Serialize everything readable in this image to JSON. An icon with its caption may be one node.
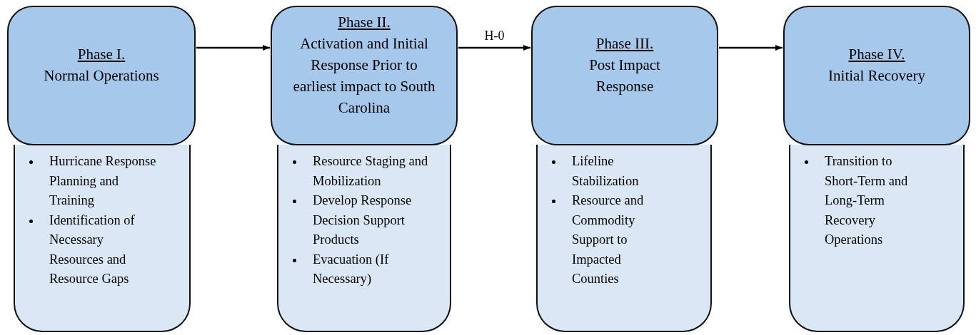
{
  "diagram": {
    "nodes": [
      {
        "text": [
          "Phase I.",
          "Normal Operations"
        ]
      },
      {
        "text": [
          "Hurricane Response Planning and Training",
          "Identification of Necessary Resources and Resource Gaps"
        ]
      },
      {
        "text": [
          "Phase II.",
          "Activation and Initial Response Prior to earliest impact to South Carolina"
        ]
      },
      {
        "text": [
          "Resource Staging and Mobilization",
          "Develop Response Decision Support Products",
          "Evacuation (If Necessary)"
        ]
      },
      {
        "text": [
          "Phase III.",
          "Post Impact Response"
        ]
      },
      {
        "text": [
          "Lifeline Stabilization",
          "Resource and Commodity Support to Impacted Counties"
        ]
      },
      {
        "text": [
          "Phase IV.",
          "Initial Recovery"
        ]
      },
      {
        "text": [
          "Transition to Short-Term and Long-Term Recovery Operations"
        ]
      }
    ],
    "edges": [
      {
        "from": 0,
        "to": 2,
        "arrow": "to"
      },
      {
        "from": 2,
        "to": 4,
        "arrow": "to",
        "label": "H-0"
      },
      {
        "from": 4,
        "to": 6,
        "arrow": "to"
      }
    ]
  }
}
